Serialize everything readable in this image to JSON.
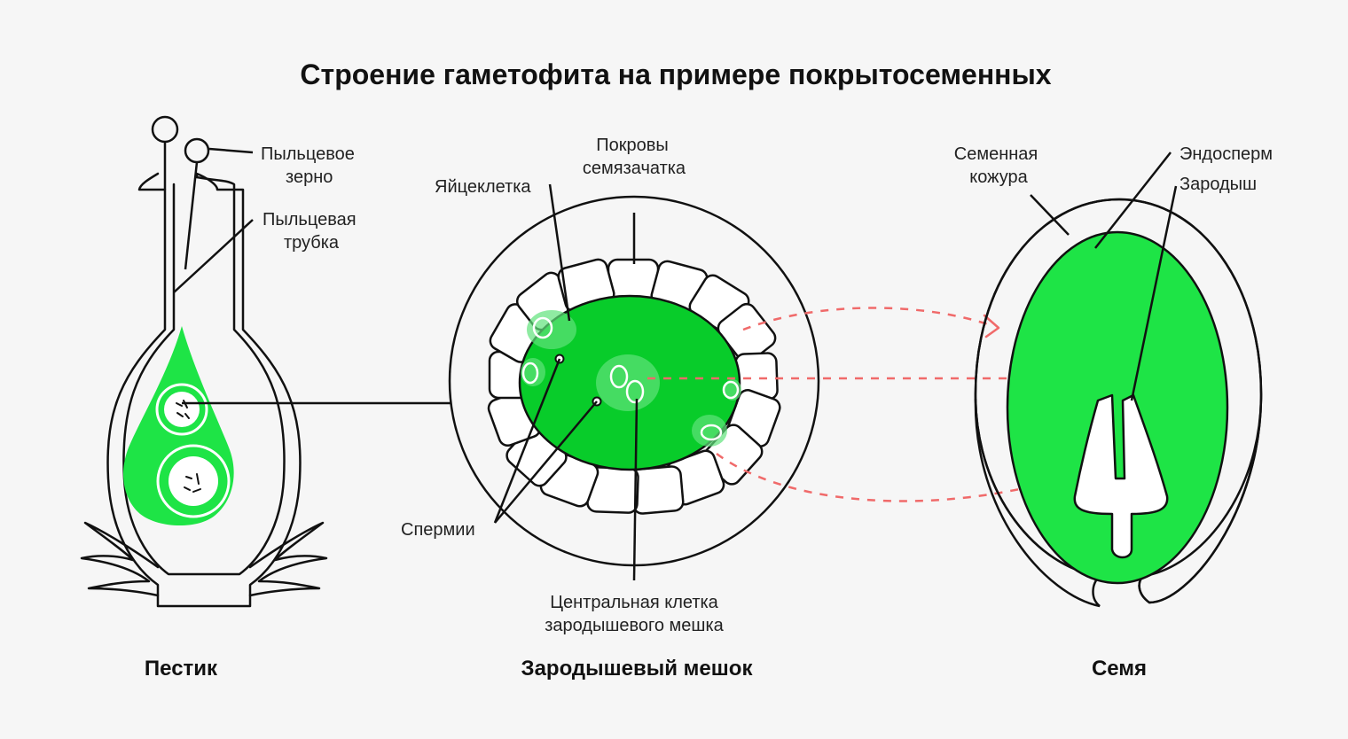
{
  "title": "Строение гаметофита на примере покрытосеменных",
  "colors": {
    "background": "#f6f6f6",
    "green": "#1ee446",
    "green_dark": "#08cc2a",
    "outline": "#111111",
    "arrow": "#f06a6a"
  },
  "captions": {
    "pistil": "Пестик",
    "embryo_sac": "Зародышевый мешок",
    "seed": "Семя"
  },
  "labels": {
    "pollen_grain": [
      "Пыльцевое",
      "зерно"
    ],
    "pollen_tube": [
      "Пыльцевая",
      "трубка"
    ],
    "integuments": [
      "Покровы",
      "семязачатка"
    ],
    "egg_cell": "Яйцеклетка",
    "sperm": "Спермии",
    "central_cell": [
      "Центральная клетка",
      "зародышевого мешка"
    ],
    "seed_coat": [
      "Семенная",
      "кожура"
    ],
    "endosperm": "Эндосперм",
    "embryo": "Зародыш"
  }
}
